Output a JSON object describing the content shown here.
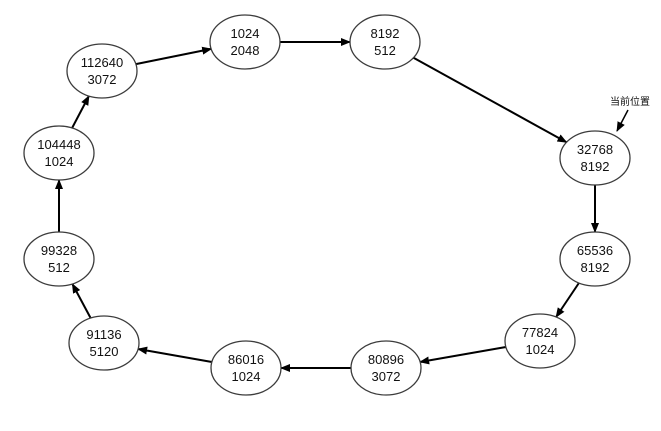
{
  "nodes": [
    {
      "id": "n1",
      "line1": "1024",
      "line2": "2048"
    },
    {
      "id": "n2",
      "line1": "8192",
      "line2": "512"
    },
    {
      "id": "n3",
      "line1": "32768",
      "line2": "8192"
    },
    {
      "id": "n4",
      "line1": "65536",
      "line2": "8192"
    },
    {
      "id": "n5",
      "line1": "77824",
      "line2": "1024"
    },
    {
      "id": "n6",
      "line1": "80896",
      "line2": "3072"
    },
    {
      "id": "n7",
      "line1": "86016",
      "line2": "1024"
    },
    {
      "id": "n8",
      "line1": "91136",
      "line2": "5120"
    },
    {
      "id": "n9",
      "line1": "99328",
      "line2": "512"
    },
    {
      "id": "n10",
      "line1": "104448",
      "line2": "1024"
    },
    {
      "id": "n11",
      "line1": "112640",
      "line2": "3072"
    }
  ],
  "edges": [
    [
      "n1",
      "n2"
    ],
    [
      "n2",
      "n3"
    ],
    [
      "n3",
      "n4"
    ],
    [
      "n4",
      "n5"
    ],
    [
      "n5",
      "n6"
    ],
    [
      "n6",
      "n7"
    ],
    [
      "n7",
      "n8"
    ],
    [
      "n8",
      "n9"
    ],
    [
      "n9",
      "n10"
    ],
    [
      "n10",
      "n11"
    ],
    [
      "n11",
      "n1"
    ]
  ],
  "pointer": {
    "label": "当前位置",
    "target": "n3"
  }
}
